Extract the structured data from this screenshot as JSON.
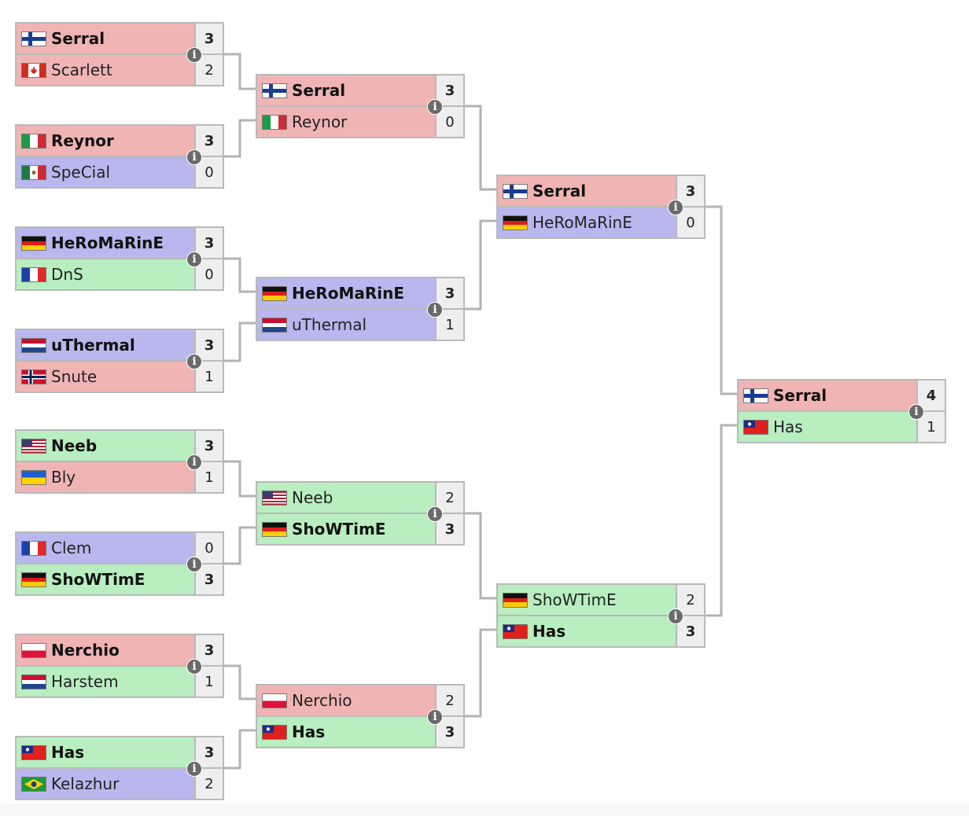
{
  "colors": {
    "terran": "#b8b8ee",
    "zerg": "#f0b4b4",
    "protoss": "#b8eec0",
    "line": "#b3b3b3"
  },
  "rounds": [
    {
      "round": 1,
      "matches": [
        {
          "players": [
            {
              "name": "Serral",
              "flag": "finland",
              "race": "zerg",
              "score": "3",
              "winner": true
            },
            {
              "name": "Scarlett",
              "flag": "canada",
              "race": "zerg",
              "score": "2",
              "winner": false
            }
          ]
        },
        {
          "players": [
            {
              "name": "Reynor",
              "flag": "italy",
              "race": "zerg",
              "score": "3",
              "winner": true
            },
            {
              "name": "SpeCial",
              "flag": "mexico",
              "race": "terran",
              "score": "0",
              "winner": false
            }
          ]
        },
        {
          "players": [
            {
              "name": "HeRoMaRinE",
              "flag": "germany",
              "race": "terran",
              "score": "3",
              "winner": true
            },
            {
              "name": "DnS",
              "flag": "france",
              "race": "protoss",
              "score": "0",
              "winner": false
            }
          ]
        },
        {
          "players": [
            {
              "name": "uThermal",
              "flag": "netherlands",
              "race": "terran",
              "score": "3",
              "winner": true
            },
            {
              "name": "Snute",
              "flag": "norway",
              "race": "zerg",
              "score": "1",
              "winner": false
            }
          ]
        },
        {
          "players": [
            {
              "name": "Neeb",
              "flag": "usa",
              "race": "protoss",
              "score": "3",
              "winner": true
            },
            {
              "name": "Bly",
              "flag": "ukraine",
              "race": "zerg",
              "score": "1",
              "winner": false
            }
          ]
        },
        {
          "players": [
            {
              "name": "Clem",
              "flag": "france",
              "race": "terran",
              "score": "0",
              "winner": false
            },
            {
              "name": "ShoWTimE",
              "flag": "germany",
              "race": "protoss",
              "score": "3",
              "winner": true
            }
          ]
        },
        {
          "players": [
            {
              "name": "Nerchio",
              "flag": "poland",
              "race": "zerg",
              "score": "3",
              "winner": true
            },
            {
              "name": "Harstem",
              "flag": "netherlands",
              "race": "protoss",
              "score": "1",
              "winner": false
            }
          ]
        },
        {
          "players": [
            {
              "name": "Has",
              "flag": "taiwan",
              "race": "protoss",
              "score": "3",
              "winner": true
            },
            {
              "name": "Kelazhur",
              "flag": "brazil",
              "race": "terran",
              "score": "2",
              "winner": false
            }
          ]
        }
      ]
    },
    {
      "round": 2,
      "matches": [
        {
          "players": [
            {
              "name": "Serral",
              "flag": "finland",
              "race": "zerg",
              "score": "3",
              "winner": true
            },
            {
              "name": "Reynor",
              "flag": "italy",
              "race": "zerg",
              "score": "0",
              "winner": false
            }
          ]
        },
        {
          "players": [
            {
              "name": "HeRoMaRinE",
              "flag": "germany",
              "race": "terran",
              "score": "3",
              "winner": true
            },
            {
              "name": "uThermal",
              "flag": "netherlands",
              "race": "terran",
              "score": "1",
              "winner": false
            }
          ]
        },
        {
          "players": [
            {
              "name": "Neeb",
              "flag": "usa",
              "race": "protoss",
              "score": "2",
              "winner": false
            },
            {
              "name": "ShoWTimE",
              "flag": "germany",
              "race": "protoss",
              "score": "3",
              "winner": true
            }
          ]
        },
        {
          "players": [
            {
              "name": "Nerchio",
              "flag": "poland",
              "race": "zerg",
              "score": "2",
              "winner": false
            },
            {
              "name": "Has",
              "flag": "taiwan",
              "race": "protoss",
              "score": "3",
              "winner": true
            }
          ]
        }
      ]
    },
    {
      "round": 3,
      "matches": [
        {
          "players": [
            {
              "name": "Serral",
              "flag": "finland",
              "race": "zerg",
              "score": "3",
              "winner": true
            },
            {
              "name": "HeRoMaRinE",
              "flag": "germany",
              "race": "terran",
              "score": "0",
              "winner": false
            }
          ]
        },
        {
          "players": [
            {
              "name": "ShoWTimE",
              "flag": "germany",
              "race": "protoss",
              "score": "2",
              "winner": false
            },
            {
              "name": "Has",
              "flag": "taiwan",
              "race": "protoss",
              "score": "3",
              "winner": true
            }
          ]
        }
      ]
    },
    {
      "round": 4,
      "matches": [
        {
          "players": [
            {
              "name": "Serral",
              "flag": "finland",
              "race": "zerg",
              "score": "4",
              "winner": true
            },
            {
              "name": "Has",
              "flag": "taiwan",
              "race": "protoss",
              "score": "1",
              "winner": false
            }
          ]
        }
      ]
    }
  ]
}
